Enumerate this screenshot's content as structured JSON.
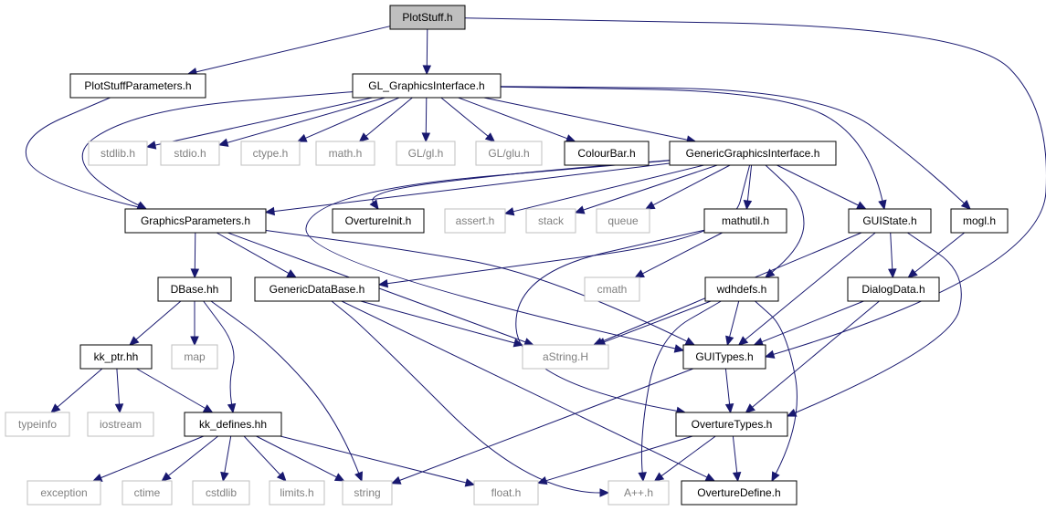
{
  "colors": {
    "edge": "#191970",
    "project_border": "#000000",
    "system_border": "#bfbfbf",
    "system_text": "#808080",
    "project_text": "#000000",
    "root_fill": "#bfbfbf"
  },
  "nodes": [
    {
      "id": "plotstuff_h",
      "label": "PlotStuff.h",
      "kind": "root"
    },
    {
      "id": "plotstuffparameters_h",
      "label": "PlotStuffParameters.h",
      "kind": "project"
    },
    {
      "id": "gl_graphicsinterface_h",
      "label": "GL_GraphicsInterface.h",
      "kind": "project"
    },
    {
      "id": "stdlib_h",
      "label": "stdlib.h",
      "kind": "system"
    },
    {
      "id": "stdio_h",
      "label": "stdio.h",
      "kind": "system"
    },
    {
      "id": "ctype_h",
      "label": "ctype.h",
      "kind": "system"
    },
    {
      "id": "math_h",
      "label": "math.h",
      "kind": "system"
    },
    {
      "id": "gl_gl_h",
      "label": "GL/gl.h",
      "kind": "system"
    },
    {
      "id": "gl_glu_h",
      "label": "GL/glu.h",
      "kind": "system"
    },
    {
      "id": "colourbar_h",
      "label": "ColourBar.h",
      "kind": "project"
    },
    {
      "id": "genericgraphicsinterface_h",
      "label": "GenericGraphicsInterface.h",
      "kind": "project"
    },
    {
      "id": "graphicsparameters_h",
      "label": "GraphicsParameters.h",
      "kind": "project"
    },
    {
      "id": "overtureinit_h",
      "label": "OvertureInit.h",
      "kind": "project"
    },
    {
      "id": "assert_h",
      "label": "assert.h",
      "kind": "system"
    },
    {
      "id": "stack",
      "label": "stack",
      "kind": "system"
    },
    {
      "id": "queue",
      "label": "queue",
      "kind": "system"
    },
    {
      "id": "mathutil_h",
      "label": "mathutil.h",
      "kind": "project"
    },
    {
      "id": "guistate_h",
      "label": "GUIState.h",
      "kind": "project"
    },
    {
      "id": "mogl_h",
      "label": "mogl.h",
      "kind": "project"
    },
    {
      "id": "dbase_hh",
      "label": "DBase.hh",
      "kind": "project"
    },
    {
      "id": "genericdatabase_h",
      "label": "GenericDataBase.h",
      "kind": "project"
    },
    {
      "id": "cmath",
      "label": "cmath",
      "kind": "system"
    },
    {
      "id": "wdhdefs_h",
      "label": "wdhdefs.h",
      "kind": "project"
    },
    {
      "id": "dialogdata_h",
      "label": "DialogData.h",
      "kind": "project"
    },
    {
      "id": "kk_ptr_hh",
      "label": "kk_ptr.hh",
      "kind": "project"
    },
    {
      "id": "map",
      "label": "map",
      "kind": "system"
    },
    {
      "id": "astring_h",
      "label": "aString.H",
      "kind": "system"
    },
    {
      "id": "guitypes_h",
      "label": "GUITypes.h",
      "kind": "project"
    },
    {
      "id": "typeinfo",
      "label": "typeinfo",
      "kind": "system"
    },
    {
      "id": "iostream",
      "label": "iostream",
      "kind": "system"
    },
    {
      "id": "kk_defines_hh",
      "label": "kk_defines.hh",
      "kind": "project"
    },
    {
      "id": "overturetypes_h",
      "label": "OvertureTypes.h",
      "kind": "project"
    },
    {
      "id": "exception",
      "label": "exception",
      "kind": "system"
    },
    {
      "id": "ctime",
      "label": "ctime",
      "kind": "system"
    },
    {
      "id": "cstdlib",
      "label": "cstdlib",
      "kind": "system"
    },
    {
      "id": "limits_h",
      "label": "limits.h",
      "kind": "system"
    },
    {
      "id": "string",
      "label": "string",
      "kind": "system"
    },
    {
      "id": "float_h",
      "label": "float.h",
      "kind": "system"
    },
    {
      "id": "app_h",
      "label": "A++.h",
      "kind": "system"
    },
    {
      "id": "overturedefine_h",
      "label": "OvertureDefine.h",
      "kind": "project"
    }
  ],
  "edges": [
    {
      "from": "plotstuff_h",
      "to": "plotstuffparameters_h"
    },
    {
      "from": "plotstuff_h",
      "to": "gl_graphicsinterface_h"
    },
    {
      "from": "plotstuff_h",
      "to": "guitypes_h"
    },
    {
      "from": "plotstuffparameters_h",
      "to": "graphicsparameters_h"
    },
    {
      "from": "gl_graphicsinterface_h",
      "to": "graphicsparameters_h"
    },
    {
      "from": "gl_graphicsinterface_h",
      "to": "stdlib_h"
    },
    {
      "from": "gl_graphicsinterface_h",
      "to": "stdio_h"
    },
    {
      "from": "gl_graphicsinterface_h",
      "to": "ctype_h"
    },
    {
      "from": "gl_graphicsinterface_h",
      "to": "math_h"
    },
    {
      "from": "gl_graphicsinterface_h",
      "to": "gl_gl_h"
    },
    {
      "from": "gl_graphicsinterface_h",
      "to": "gl_glu_h"
    },
    {
      "from": "gl_graphicsinterface_h",
      "to": "colourbar_h"
    },
    {
      "from": "gl_graphicsinterface_h",
      "to": "genericgraphicsinterface_h"
    },
    {
      "from": "gl_graphicsinterface_h",
      "to": "guistate_h"
    },
    {
      "from": "gl_graphicsinterface_h",
      "to": "mogl_h"
    },
    {
      "from": "genericgraphicsinterface_h",
      "to": "graphicsparameters_h"
    },
    {
      "from": "genericgraphicsinterface_h",
      "to": "overtureinit_h"
    },
    {
      "from": "genericgraphicsinterface_h",
      "to": "assert_h"
    },
    {
      "from": "genericgraphicsinterface_h",
      "to": "stack"
    },
    {
      "from": "genericgraphicsinterface_h",
      "to": "queue"
    },
    {
      "from": "genericgraphicsinterface_h",
      "to": "mathutil_h"
    },
    {
      "from": "genericgraphicsinterface_h",
      "to": "guistate_h"
    },
    {
      "from": "genericgraphicsinterface_h",
      "to": "genericdatabase_h"
    },
    {
      "from": "genericgraphicsinterface_h",
      "to": "wdhdefs_h"
    },
    {
      "from": "genericgraphicsinterface_h",
      "to": "guitypes_h"
    },
    {
      "from": "graphicsparameters_h",
      "to": "dbase_hh"
    },
    {
      "from": "graphicsparameters_h",
      "to": "genericdatabase_h"
    },
    {
      "from": "graphicsparameters_h",
      "to": "astring_h"
    },
    {
      "from": "graphicsparameters_h",
      "to": "guitypes_h"
    },
    {
      "from": "mathutil_h",
      "to": "cmath"
    },
    {
      "from": "mathutil_h",
      "to": "overturetypes_h"
    },
    {
      "from": "guistate_h",
      "to": "dialogdata_h"
    },
    {
      "from": "guistate_h",
      "to": "guitypes_h"
    },
    {
      "from": "guistate_h",
      "to": "astring_h"
    },
    {
      "from": "guistate_h",
      "to": "overturetypes_h"
    },
    {
      "from": "mogl_h",
      "to": "dialogdata_h"
    },
    {
      "from": "dbase_hh",
      "to": "kk_ptr_hh"
    },
    {
      "from": "dbase_hh",
      "to": "map"
    },
    {
      "from": "dbase_hh",
      "to": "kk_defines_hh"
    },
    {
      "from": "dbase_hh",
      "to": "string"
    },
    {
      "from": "genericdatabase_h",
      "to": "astring_h"
    },
    {
      "from": "genericdatabase_h",
      "to": "app_h"
    },
    {
      "from": "genericdatabase_h",
      "to": "overturedefine_h"
    },
    {
      "from": "wdhdefs_h",
      "to": "astring_h"
    },
    {
      "from": "wdhdefs_h",
      "to": "guitypes_h"
    },
    {
      "from": "wdhdefs_h",
      "to": "app_h"
    },
    {
      "from": "wdhdefs_h",
      "to": "overturedefine_h"
    },
    {
      "from": "dialogdata_h",
      "to": "guitypes_h"
    },
    {
      "from": "dialogdata_h",
      "to": "overturetypes_h"
    },
    {
      "from": "kk_ptr_hh",
      "to": "typeinfo"
    },
    {
      "from": "kk_ptr_hh",
      "to": "iostream"
    },
    {
      "from": "kk_ptr_hh",
      "to": "kk_defines_hh"
    },
    {
      "from": "guitypes_h",
      "to": "overturetypes_h"
    },
    {
      "from": "guitypes_h",
      "to": "string"
    },
    {
      "from": "kk_defines_hh",
      "to": "exception"
    },
    {
      "from": "kk_defines_hh",
      "to": "ctime"
    },
    {
      "from": "kk_defines_hh",
      "to": "cstdlib"
    },
    {
      "from": "kk_defines_hh",
      "to": "limits_h"
    },
    {
      "from": "kk_defines_hh",
      "to": "string"
    },
    {
      "from": "kk_defines_hh",
      "to": "float_h"
    },
    {
      "from": "overturetypes_h",
      "to": "float_h"
    },
    {
      "from": "overturetypes_h",
      "to": "app_h"
    },
    {
      "from": "overturetypes_h",
      "to": "overturedefine_h"
    }
  ]
}
